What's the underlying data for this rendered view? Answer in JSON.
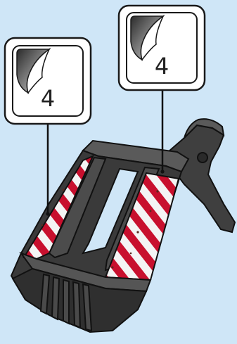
{
  "colors": {
    "background": "#cfe6f7",
    "part_dark": "#3b3b3b",
    "part_mid": "#555555",
    "part_light": "#7a7a7a",
    "outline": "#111111",
    "stripe_red": "#c8102e",
    "stripe_white": "#f4f4f4",
    "callout_fill": "#ffffff",
    "callout_stroke": "#1a1a1a"
  },
  "callouts": [
    {
      "id": "left",
      "sticker_number": "4",
      "icon": "sticker-peel-icon"
    },
    {
      "id": "right",
      "sticker_number": "4",
      "icon": "sticker-peel-icon"
    }
  ],
  "part": {
    "name": "barrier-ramp",
    "decal": "red-white-diagonal-stripes"
  }
}
